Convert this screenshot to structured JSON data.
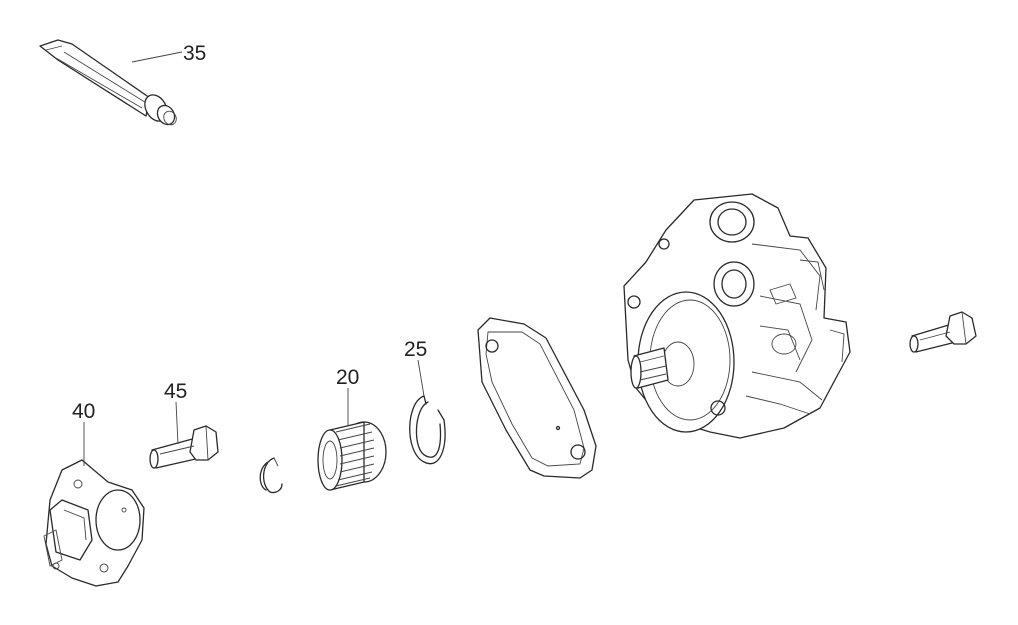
{
  "callouts": {
    "c35": "35",
    "c25": "25",
    "c20": "20",
    "c45": "45",
    "c40": "40"
  }
}
